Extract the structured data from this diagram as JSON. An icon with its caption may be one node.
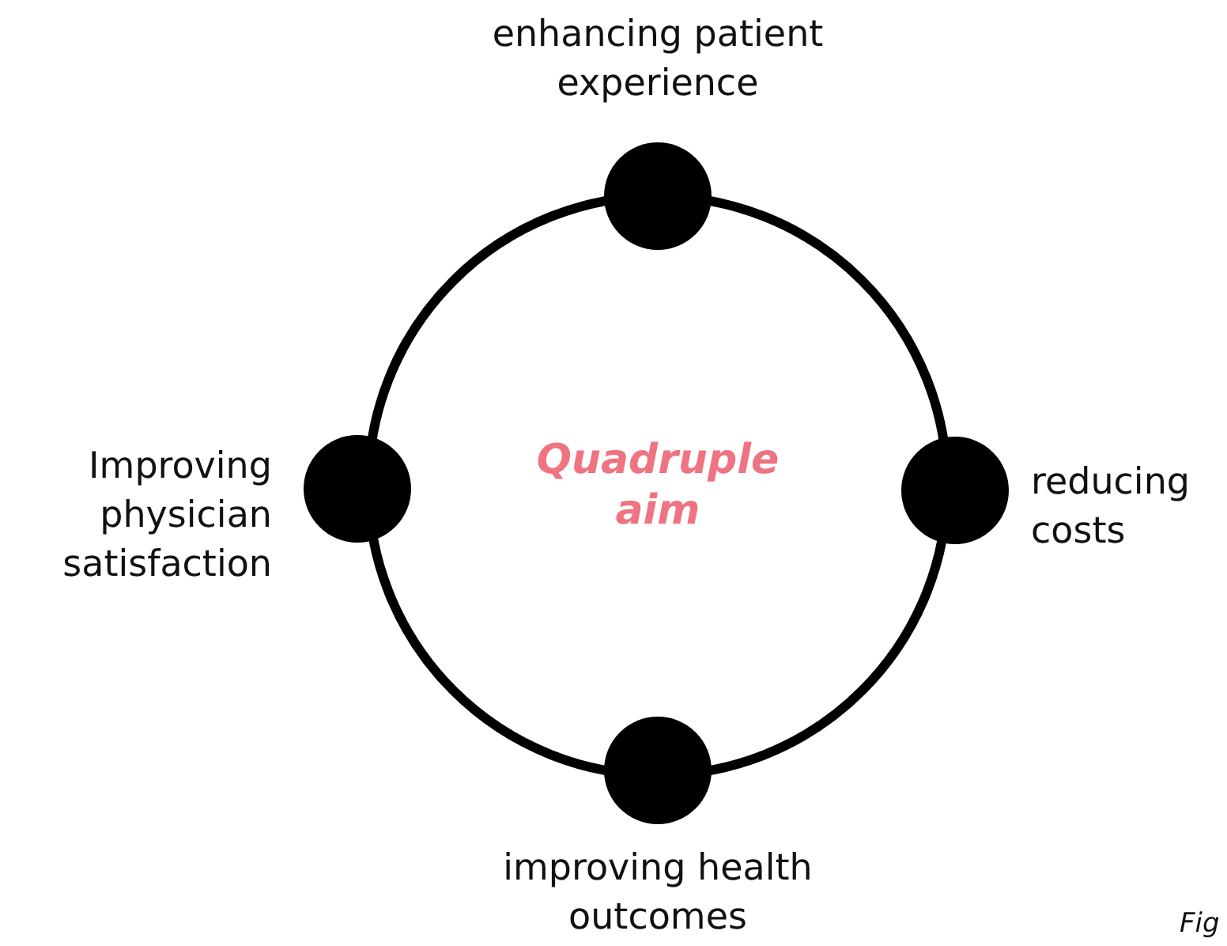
{
  "diagram": {
    "nodes": [
      {
        "text": [
          "Quadruple aim"
        ]
      },
      {
        "text": [],
        "shape": "circle",
        "beside": [
          "enhancing patient experience"
        ]
      },
      {
        "text": [],
        "shape": "circle",
        "beside": [
          "Improving physician satisfaction"
        ]
      },
      {
        "text": [],
        "shape": "circle",
        "beside": [
          "reducing costs"
        ]
      },
      {
        "text": [],
        "shape": "circle",
        "beside": [
          "improving health outcomes"
        ]
      }
    ],
    "labels": [
      "Fig"
    ]
  }
}
